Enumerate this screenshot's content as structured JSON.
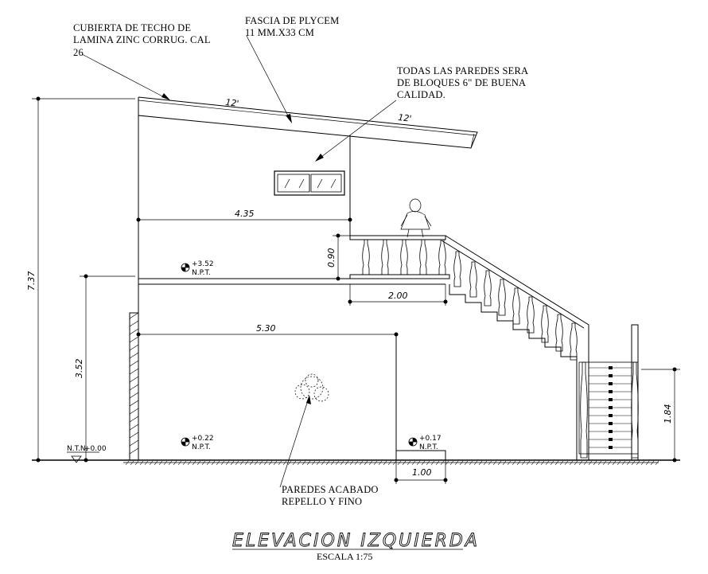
{
  "notes": {
    "roof_line1": "CUBIERTA DE TECHO DE",
    "roof_line2": "LAMINA ZINC CORRUG.  CAL",
    "roof_line3": "26",
    "fascia_line1": "FASCIA  DE  PLYCEM",
    "fascia_line2": "11 MM.X33 CM",
    "walls_line1": "TODAS LAS PAREDES SERA",
    "walls_line2": "DE  BLOQUES  6\"  DE  BUENA",
    "walls_line3": "CALIDAD.",
    "finish_line1": "PAREDES  ACABADO",
    "finish_line2": "REPELLO  Y  FINO"
  },
  "dimensions": {
    "slope1": "12'",
    "slope2": "12'",
    "upper_width": "4.35",
    "rail_height": "0.90",
    "balcony_width": "2.00",
    "lower_width": "5.30",
    "total_height": "7.37",
    "lower_height": "3.52",
    "stair_height": "1.84",
    "door_width": "1.00"
  },
  "levels": {
    "upper_value": "+3.52",
    "upper_label": "N.P.T.",
    "ground_value": "+0.22",
    "ground_label": "N.P.T.",
    "door_value": "+0.17",
    "door_label": "N.P.T.",
    "ntn_label": "N.T.N.",
    "ntn_value": "+0.00"
  },
  "title": "ELEVACION IZQUIERDA",
  "scale": "ESCALA 1:75"
}
